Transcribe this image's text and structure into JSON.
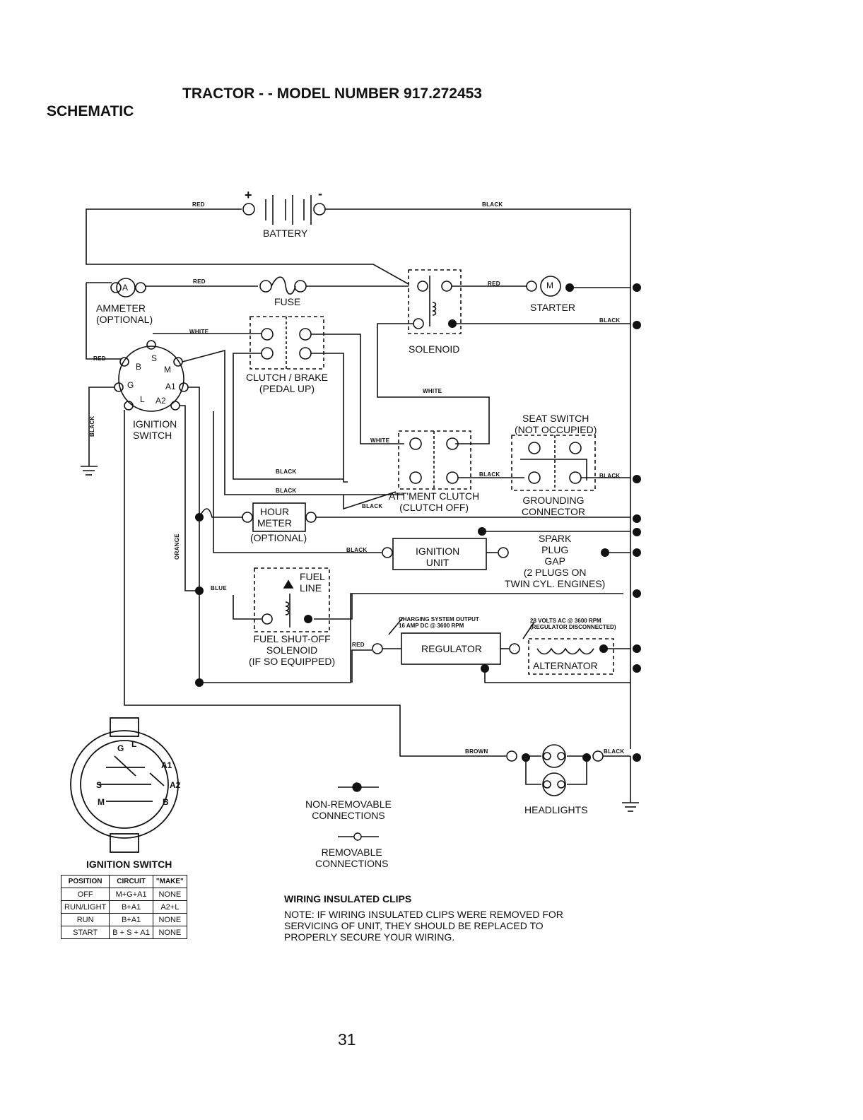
{
  "header": {
    "section": "SCHEMATIC",
    "title": "TRACTOR - - MODEL NUMBER 917.272453"
  },
  "components": {
    "battery": "BATTERY",
    "battery_pos": "+",
    "battery_neg": "-",
    "ammeter_symbol": "A",
    "ammeter_l1": "AMMETER",
    "ammeter_l2": "(OPTIONAL)",
    "fuse": "FUSE",
    "solenoid": "SOLENOID",
    "starter_symbol": "M",
    "starter": "STARTER",
    "clutch_l1": "CLUTCH / BRAKE",
    "clutch_l2": "(PEDAL UP)",
    "ign_switch_l1": "IGNITION",
    "ign_switch_l2": "SWITCH",
    "terminals": {
      "b": "B",
      "s": "S",
      "m": "M",
      "g": "G",
      "a1": "A1",
      "l": "L",
      "a2": "A2"
    },
    "seat_l1": "SEAT SWITCH",
    "seat_l2": "(NOT OCCUPIED)",
    "attment_l1": "ATT'MENT CLUTCH",
    "attment_l2": "(CLUTCH OFF)",
    "grounding_l1": "GROUNDING",
    "grounding_l2": "CONNECTOR",
    "hour_l1": "HOUR",
    "hour_l2": "METER",
    "hour_l3": "(OPTIONAL)",
    "ign_unit_l1": "IGNITION",
    "ign_unit_l2": "UNIT",
    "spark_l1": "SPARK",
    "spark_l2": "PLUG",
    "spark_l3": "GAP",
    "spark_l4": "(2 PLUGS ON",
    "spark_l5": "TWIN CYL. ENGINES)",
    "fuel_l1": "FUEL",
    "fuel_l2": "LINE",
    "fss_l1": "FUEL SHUT-OFF",
    "fss_l2": "SOLENOID",
    "fss_l3": "(IF SO EQUIPPED)",
    "charging_l1": "CHARGING SYSTEM OUTPUT",
    "charging_l2": "16 AMP DC @ 3600 RPM",
    "volts_l1": "28 VOLTS AC @ 3600 RPM",
    "volts_l2": "(REGULATOR DISCONNECTED)",
    "regulator": "REGULATOR",
    "alternator": "ALTERNATOR",
    "headlights": "HEADLIGHTS"
  },
  "wires": {
    "red": "RED",
    "black": "BLACK",
    "white": "WHITE",
    "orange": "ORANGE",
    "blue": "BLUE",
    "brown": "BROWN"
  },
  "legend": {
    "non_removable_l1": "NON-REMOVABLE",
    "non_removable_l2": "CONNECTIONS",
    "removable_l1": "REMOVABLE",
    "removable_l2": "CONNECTIONS"
  },
  "switch_detail": {
    "title": "IGNITION SWITCH",
    "terminals": {
      "g": "G",
      "l": "L",
      "a1": "A1",
      "s": "S",
      "a2": "A2",
      "m": "M",
      "b": "B"
    }
  },
  "switch_table": {
    "headers": [
      "POSITION",
      "CIRCUIT",
      "\"MAKE\""
    ],
    "rows": [
      [
        "OFF",
        "M+G+A1",
        "NONE"
      ],
      [
        "RUN/LIGHT",
        "B+A1",
        "A2+L"
      ],
      [
        "RUN",
        "B+A1",
        "NONE"
      ],
      [
        "START",
        "B + S + A1",
        "NONE"
      ]
    ]
  },
  "notes": {
    "heading": "WIRING INSULATED CLIPS",
    "line1": "NOTE:  IF WIRING INSULATED CLIPS WERE REMOVED FOR",
    "line2": "SERVICING OF UNIT, THEY SHOULD BE REPLACED TO",
    "line3": "PROPERLY SECURE YOUR WIRING."
  },
  "page_number": "31"
}
